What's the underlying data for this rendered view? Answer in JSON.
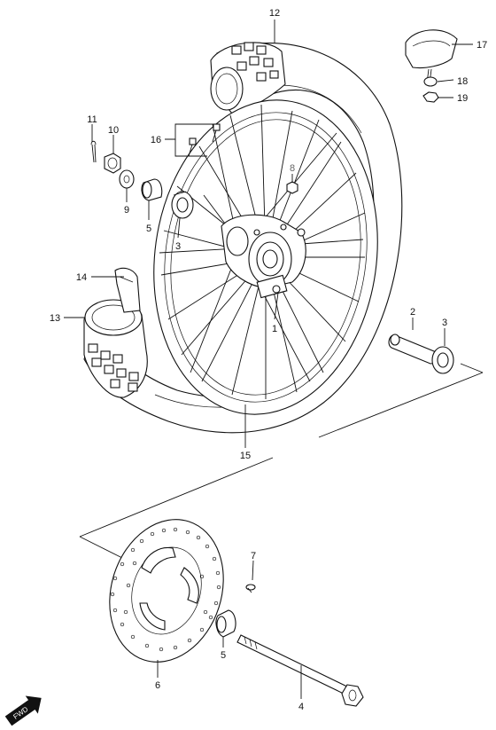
{
  "callouts": {
    "c12": "12",
    "c17": "17",
    "c18": "18",
    "c19": "19",
    "c11": "11",
    "c10": "10",
    "c16": "16",
    "c8": "8",
    "c9": "9",
    "c5a": "5",
    "c3a": "3",
    "c14": "14",
    "c13": "13",
    "c1": "1",
    "c2": "2",
    "c3b": "3",
    "c15": "15",
    "c7": "7",
    "c5b": "5",
    "c6": "6",
    "c4": "4"
  },
  "badge": {
    "fwd": "FWD"
  },
  "colors": {
    "ink": "#111111",
    "paper": "#ffffff",
    "faded_callout": "#666666"
  }
}
